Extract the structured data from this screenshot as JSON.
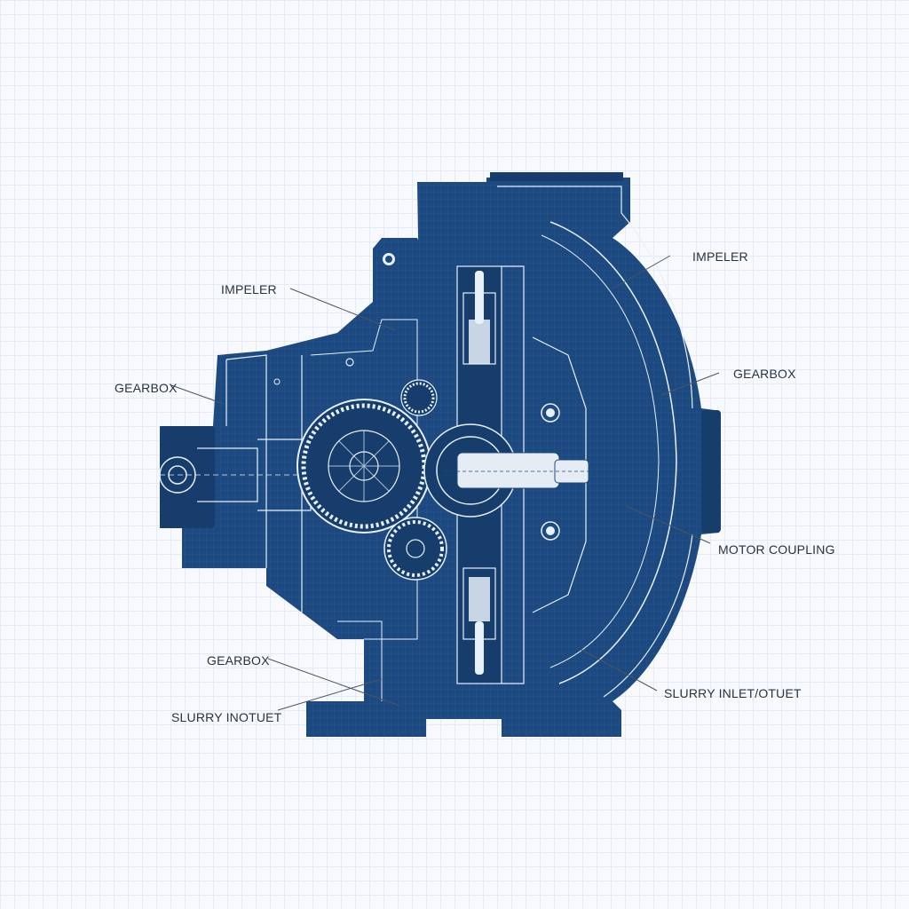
{
  "callouts": {
    "impeller_left": "IMPELER",
    "gearbox_left": "GEARBOX",
    "gearbox_lower": "GEARBOX",
    "slurry_left": "SLURRY INOTUET",
    "impeller_right": "IMPELER",
    "gearbox_right": "GEARBOX",
    "motor_coupling": "MOTOR COUPLING",
    "slurry_right": "SLURRY INLET/OTUET"
  },
  "colors": {
    "body": "#1c4a80",
    "body_dark": "#163d6c",
    "line": "#e8f0fa",
    "leader": "#4a5462",
    "label": "#2a3340",
    "grid": "#e4ebf4",
    "background": "#f7f9fc"
  }
}
